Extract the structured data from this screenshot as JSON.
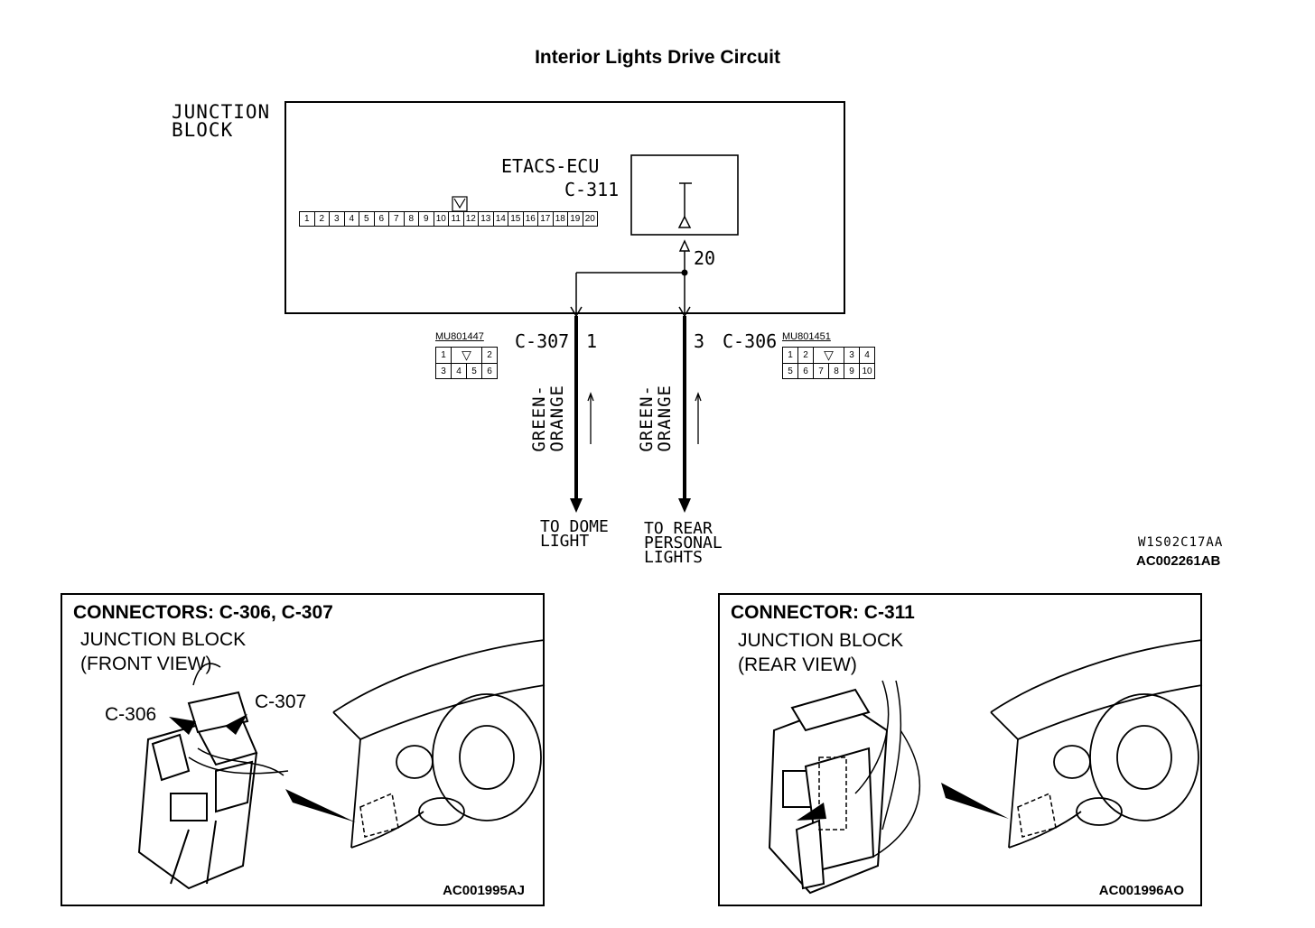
{
  "title": "Interior Lights Drive Circuit",
  "junction_block": {
    "label_line1": "JUNCTION",
    "label_line2": "BLOCK"
  },
  "ecu": {
    "name": "ETACS-ECU",
    "connector": "C-311",
    "pin": "20"
  },
  "c311_pins": [
    "1",
    "2",
    "3",
    "4",
    "5",
    "6",
    "7",
    "8",
    "9",
    "10",
    "11",
    "12",
    "13",
    "14",
    "15",
    "16",
    "17",
    "18",
    "19",
    "20"
  ],
  "c307": {
    "label": "C-307",
    "pin": "1",
    "part_number": "MU801447",
    "pins_row1": [
      "1",
      "",
      "2"
    ],
    "pins_row2": [
      "3",
      "4",
      "5",
      "6"
    ],
    "wire_color_line1": "GREEN-",
    "wire_color_line2": "ORANGE",
    "dest_line1": "TO DOME",
    "dest_line2": "LIGHT"
  },
  "c306": {
    "label": "C-306",
    "pin": "3",
    "part_number": "MU801451",
    "pins_row1": [
      "1",
      "2",
      "",
      "3",
      "4"
    ],
    "pins_row2": [
      "5",
      "6",
      "7",
      "8",
      "9",
      "10"
    ],
    "wire_color_line1": "GREEN-",
    "wire_color_line2": "ORANGE",
    "dest_line1": "TO REAR",
    "dest_line2": "PERSONAL",
    "dest_line3": "LIGHTS"
  },
  "codes": {
    "w_code": "W1S02C17AA",
    "ac_code": "AC002261AB"
  },
  "panel_left": {
    "title": "CONNECTORS: C-306, C-307",
    "sub1": "JUNCTION BLOCK",
    "sub2": "(FRONT VIEW)",
    "callout1": "C-306",
    "callout2": "C-307",
    "code": "AC001995AJ"
  },
  "panel_right": {
    "title": "CONNECTOR: C-311",
    "sub1": "JUNCTION BLOCK",
    "sub2": "(REAR VIEW)",
    "code": "AC001996AO"
  }
}
